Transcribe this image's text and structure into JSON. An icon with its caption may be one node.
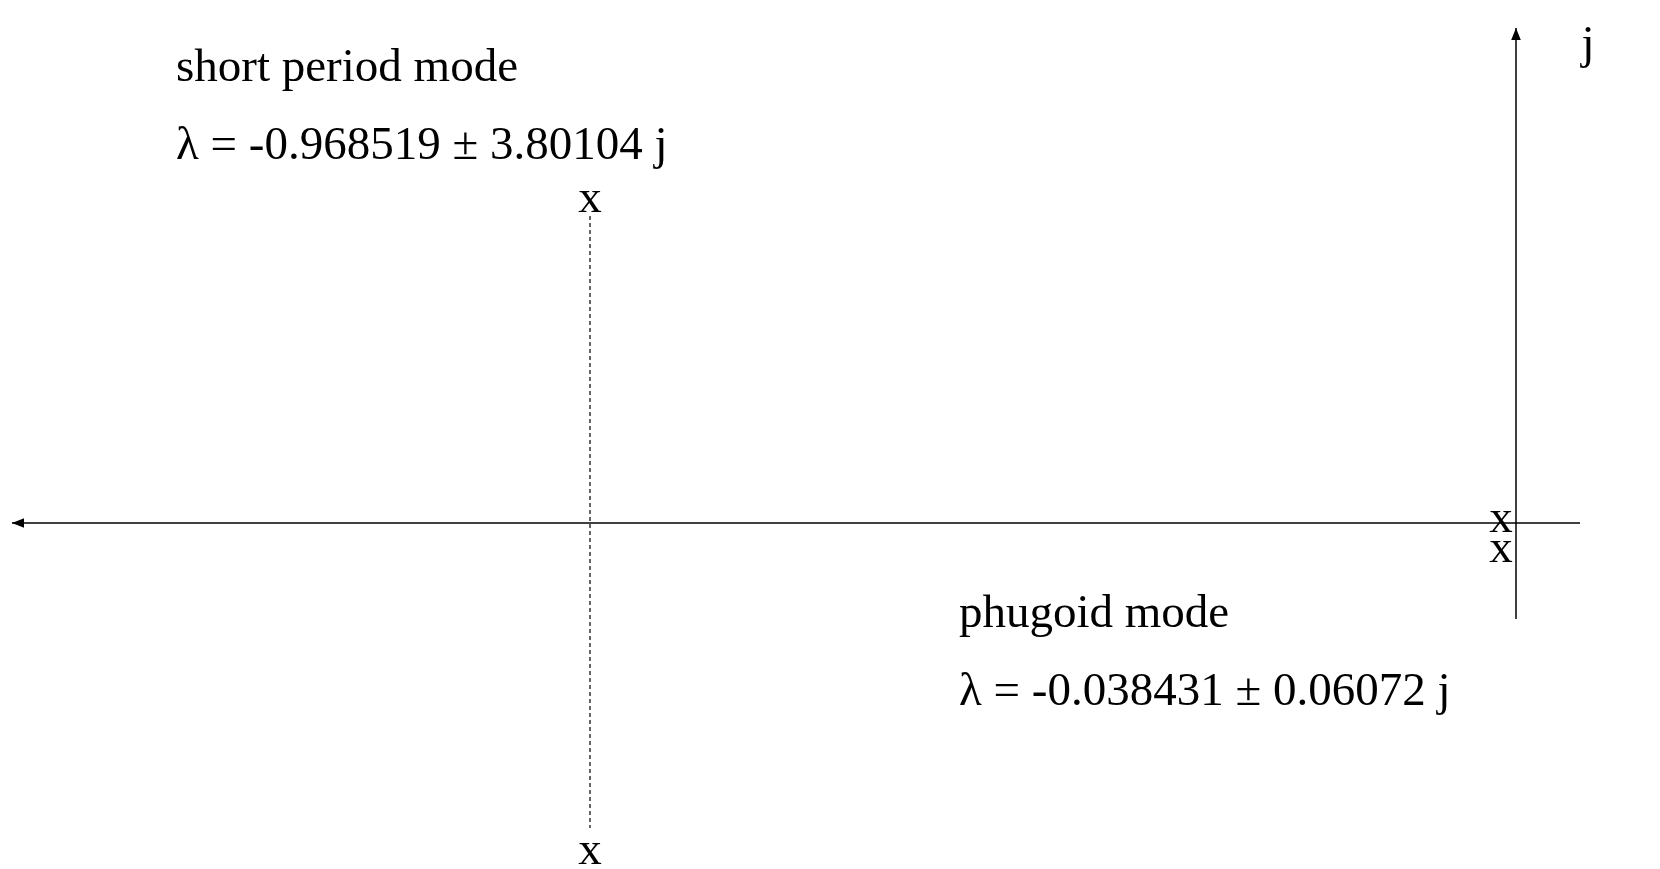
{
  "diagram": {
    "nodes": [
      {
        "text": [
          "x"
        ]
      },
      {
        "text": [
          "x"
        ]
      }
    ],
    "edges": [
      {
        "from": 0,
        "to": 1,
        "arrow": "none",
        "style": "dashed"
      }
    ],
    "labels": [
      "short period mode",
      "λ = -0.968519 ± 3.80104 j",
      "j",
      "x",
      "x",
      "phugoid mode",
      "λ = -0.038431 ± 0.06072 j"
    ]
  }
}
